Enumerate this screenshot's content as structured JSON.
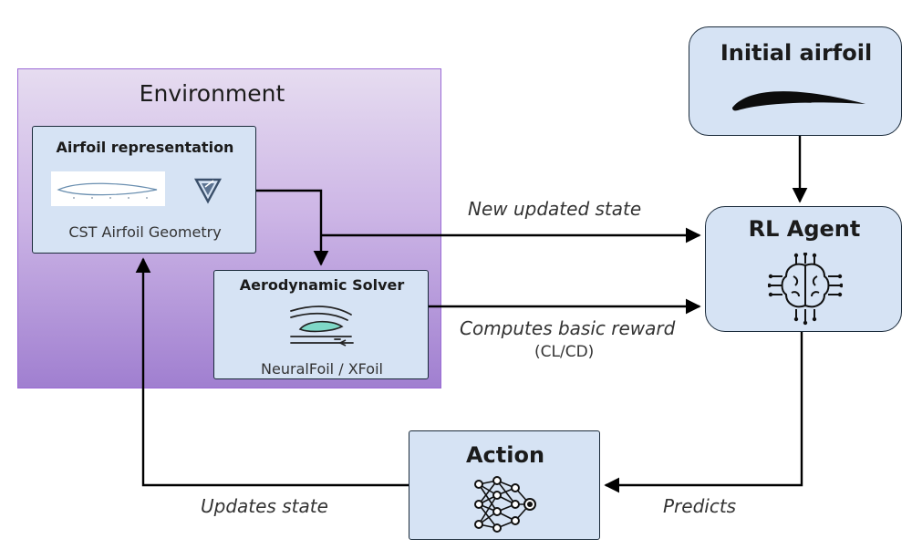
{
  "environment": {
    "title": "Environment"
  },
  "airfoil_repr": {
    "title": "Airfoil representation",
    "caption": "CST Airfoil Geometry"
  },
  "solver": {
    "title": "Aerodynamic Solver",
    "caption": "NeuralFoil / XFoil"
  },
  "initial": {
    "title": "Initial airfoil"
  },
  "agent": {
    "title": "RL Agent"
  },
  "action": {
    "title": "Action"
  },
  "edges": {
    "new_state": "New updated state",
    "reward": "Computes basic reward",
    "reward_formula": "(CL/CD)",
    "updates": "Updates state",
    "predicts": "Predicts"
  },
  "icons": {
    "airfoil": "airfoil-shape-icon",
    "cst_plot": "cst-curve-icon",
    "logo": "triangle-logo-icon",
    "flow": "airflow-icon",
    "brain": "brain-circuit-icon",
    "network": "neural-network-icon"
  },
  "colors": {
    "box_fill": "#d6e3f4",
    "env_border": "#9b6ad6",
    "teal": "#7fd8c8"
  }
}
